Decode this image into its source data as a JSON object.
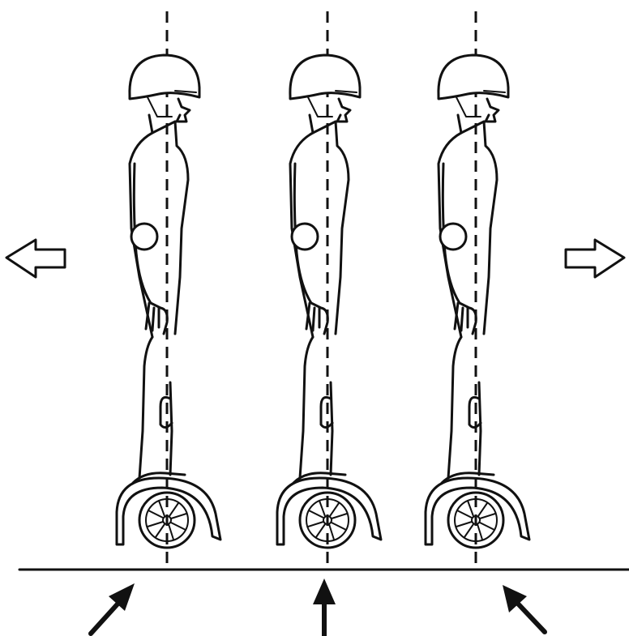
{
  "diagram": {
    "figures": [
      {
        "id": "lean-back",
        "lean": "backward"
      },
      {
        "id": "upright",
        "lean": "neutral"
      },
      {
        "id": "lean-forward",
        "lean": "forward"
      }
    ],
    "side_arrows": [
      {
        "id": "left",
        "direction": "left"
      },
      {
        "id": "right",
        "direction": "right"
      }
    ],
    "bottom_arrows": [
      {
        "id": "left",
        "direction": "up-right"
      },
      {
        "id": "center",
        "direction": "up"
      },
      {
        "id": "right",
        "direction": "up-left"
      }
    ],
    "colors": {
      "ink": "#111111",
      "background": "#ffffff"
    }
  }
}
